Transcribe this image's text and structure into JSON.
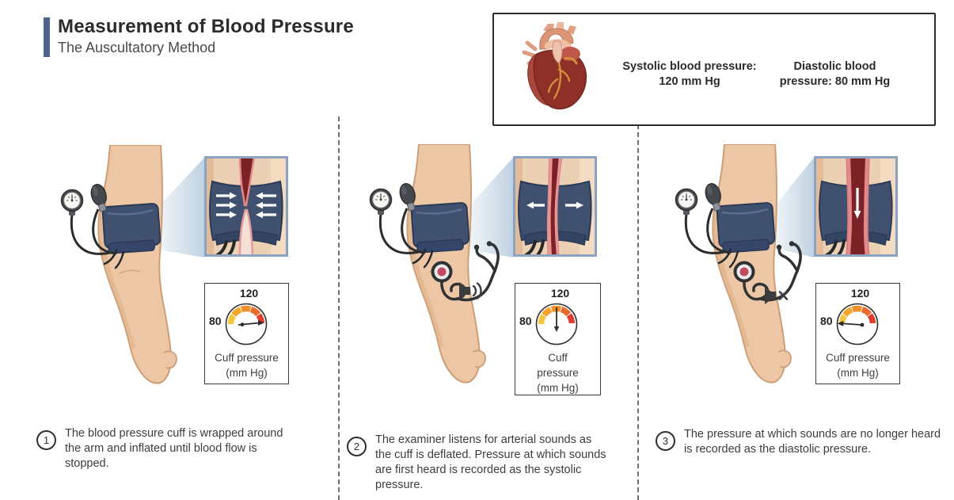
{
  "header": {
    "title": "Measurement of Blood Pressure",
    "subtitle": "The Auscultatory Method"
  },
  "summary_box": {
    "heart_icon": "anatomical-heart-icon",
    "systolic_line1": "Systolic blood pressure:",
    "systolic_line2": "120 mm Hg",
    "diastolic_line1": "Diastolic blood",
    "diastolic_line2": "pressure: 80 mm Hg"
  },
  "panels": [
    {
      "step_number": "1",
      "step_text": "The blood pressure cuff is wrapped around the arm and inflated until blood flow is stopped.",
      "gauge": {
        "top_label": "120",
        "left_label": "80",
        "caption_lines": [
          "Cuff pressure",
          "(mm Hg)"
        ],
        "needle_position": "past 120 (cuff fully inflated)"
      },
      "inset": "artery compressed closed, arrows pressing inward",
      "sound_icon": "none"
    },
    {
      "step_number": "2",
      "step_text": "The examiner listens for arterial sounds as the cuff is deflated. Pressure at which sounds are first heard is recorded as the systolic pressure.",
      "gauge": {
        "top_label": "120",
        "left_label": "80",
        "caption_lines": [
          "Cuff",
          "pressure",
          "(mm Hg)"
        ],
        "needle_position": "at 120 (systolic)"
      },
      "inset": "artery partially open, cuff releasing outward",
      "sound_icon": "speaker-sound-on"
    },
    {
      "step_number": "3",
      "step_text": "The pressure at which sounds are no longer heard is recorded as the diastolic pressure.",
      "gauge": {
        "top_label": "120",
        "left_label": "80",
        "caption_lines": [
          "Cuff pressure",
          "(mm Hg)"
        ],
        "needle_position": "at 80 (diastolic)"
      },
      "inset": "artery fully open, blood flowing down",
      "sound_icon": "speaker-muted"
    }
  ],
  "colors": {
    "accent_bar": "#4d6488",
    "cuff_navy": "#3f516f",
    "artery_dark_red": "#7c2125",
    "artery_outline_pink": "#e2898b",
    "skin": "#edc7a5",
    "inset_border": "#8ba3c2",
    "gauge_arc": [
      "#f4c63c",
      "#f4a52c",
      "#f18f2a",
      "#ea6a2c",
      "#e23b30"
    ]
  }
}
